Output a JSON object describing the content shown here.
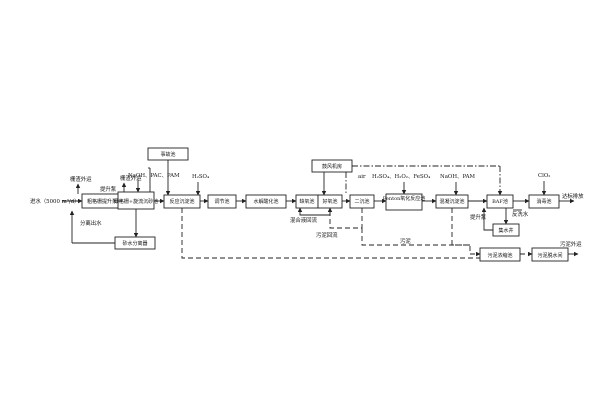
{
  "nodes": {
    "grid_tank": "粗格栅提升泵",
    "fine_grid": "细格栅+旋流沉砂池",
    "accident_pool": "事故池",
    "reaction_settling": "反应沉淀池",
    "equalization": "调节池",
    "hydrolysis": "水解酸化池",
    "anoxic": "缺氧池",
    "aerobic": "好氧池",
    "secondary_settling": "二沉池",
    "fenton": "Fenton氧化反应池",
    "coag_settling": "混凝沉淀池",
    "baf": "BAF池",
    "disinfection": "消毒池",
    "sand_water_separator": "砂水分离器",
    "blower_room": "鼓风机房",
    "sludge_thickener": "污泥浓缩池",
    "sludge_dewatering": "污泥脱水间",
    "clear_water_tank": "集水井"
  },
  "labels": {
    "inlet": "进水（5000 m³/d）",
    "screenings_out": "栅渣外运",
    "screenings_out2": "栅渣外运",
    "lift_pump": "提升泵",
    "separated_water": "分离出水",
    "chem1": "NaOH、PAC、PAM",
    "chem2": "H₂SO₄",
    "chem3": "H₂SO₄、H₂O₂、FeSO₄",
    "chem4": "NaOH、PAM",
    "chem5": "ClO₂",
    "mixed_return": "混合液回流",
    "sludge_return": "污泥回流",
    "sludge": "污泥",
    "air": "air",
    "backwash_water": "反洗水",
    "lift_pump2": "提升泵",
    "outlet": "达标排放",
    "sludge_out": "污泥外运"
  }
}
